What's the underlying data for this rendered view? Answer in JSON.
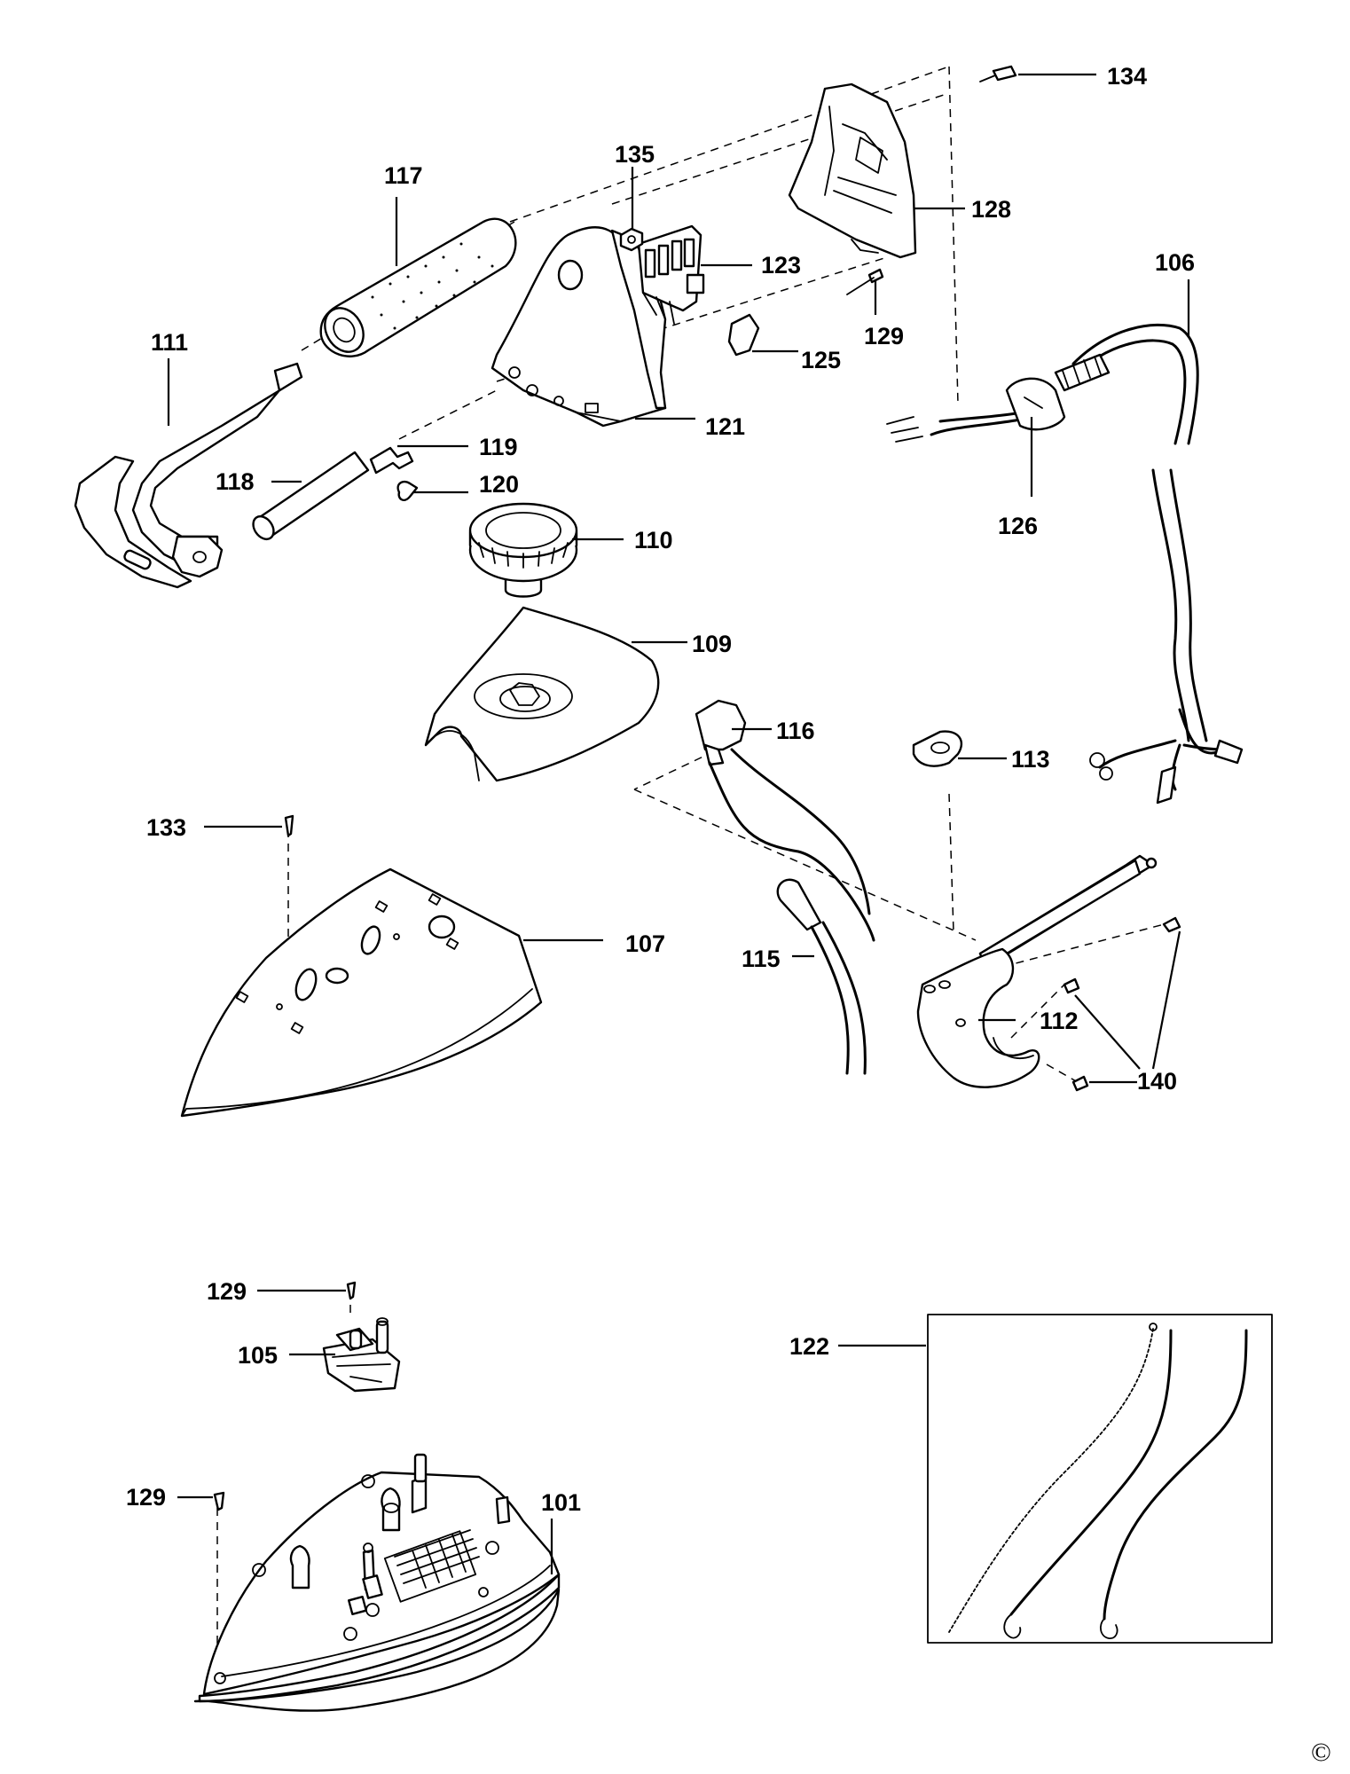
{
  "labels": {
    "p101": "101",
    "p105": "105",
    "p106": "106",
    "p107": "107",
    "p109": "109",
    "p110": "110",
    "p111": "111",
    "p112": "112",
    "p113": "113",
    "p115": "115",
    "p116": "116",
    "p117": "117",
    "p118": "118",
    "p119": "119",
    "p120": "120",
    "p121": "121",
    "p122": "122",
    "p123": "123",
    "p125": "125",
    "p126": "126",
    "p128": "128",
    "p129a": "129",
    "p129b": "129",
    "p129c": "129",
    "p133": "133",
    "p134": "134",
    "p135": "135",
    "p140": "140"
  },
  "copyright": "©"
}
